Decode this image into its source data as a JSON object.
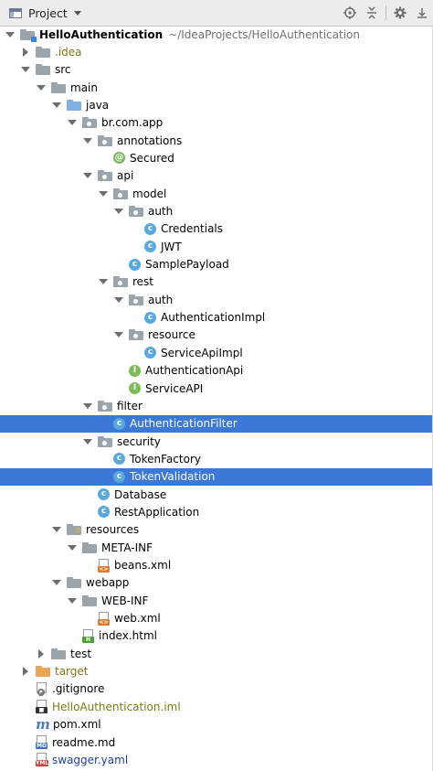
{
  "header": {
    "title": "Project"
  },
  "toolbar": {
    "icons": [
      "target-icon",
      "collapse-all-icon",
      "gear-icon",
      "hide-icon"
    ]
  },
  "project": {
    "name": "HelloAuthentication",
    "path": "~/IdeaProjects/HelloAuthentication"
  },
  "colors": {
    "selection": "#3b78d8",
    "class_icon": "#5aa9de",
    "interface_icon": "#7dbd58"
  },
  "tree": [
    {
      "label": "HelloAuthentication",
      "indent": 0,
      "arrow": "down",
      "icon": "module-folder",
      "style": "bold",
      "path": true
    },
    {
      "label": ".idea",
      "indent": 1,
      "arrow": "right",
      "icon": "folder",
      "style": "olive"
    },
    {
      "label": "src",
      "indent": 1,
      "arrow": "down",
      "icon": "folder"
    },
    {
      "label": "main",
      "indent": 2,
      "arrow": "down",
      "icon": "folder"
    },
    {
      "label": "java",
      "indent": 3,
      "arrow": "down",
      "icon": "folder-blue"
    },
    {
      "label": "br.com.app",
      "indent": 4,
      "arrow": "down",
      "icon": "package"
    },
    {
      "label": "annotations",
      "indent": 5,
      "arrow": "down",
      "icon": "package"
    },
    {
      "label": "Secured",
      "indent": 6,
      "arrow": "none",
      "icon": "annotation"
    },
    {
      "label": "api",
      "indent": 5,
      "arrow": "down",
      "icon": "package"
    },
    {
      "label": "model",
      "indent": 6,
      "arrow": "down",
      "icon": "package"
    },
    {
      "label": "auth",
      "indent": 7,
      "arrow": "down",
      "icon": "package"
    },
    {
      "label": "Credentials",
      "indent": 8,
      "arrow": "none",
      "icon": "class"
    },
    {
      "label": "JWT",
      "indent": 8,
      "arrow": "none",
      "icon": "class"
    },
    {
      "label": "SamplePayload",
      "indent": 7,
      "arrow": "none",
      "icon": "class"
    },
    {
      "label": "rest",
      "indent": 6,
      "arrow": "down",
      "icon": "package"
    },
    {
      "label": "auth",
      "indent": 7,
      "arrow": "down",
      "icon": "package"
    },
    {
      "label": "AuthenticationImpl",
      "indent": 8,
      "arrow": "none",
      "icon": "class"
    },
    {
      "label": "resource",
      "indent": 7,
      "arrow": "down",
      "icon": "package"
    },
    {
      "label": "ServiceApiImpl",
      "indent": 8,
      "arrow": "none",
      "icon": "class"
    },
    {
      "label": "AuthenticationApi",
      "indent": 7,
      "arrow": "none",
      "icon": "interface"
    },
    {
      "label": "ServiceAPI",
      "indent": 7,
      "arrow": "none",
      "icon": "interface"
    },
    {
      "label": "filter",
      "indent": 5,
      "arrow": "down",
      "icon": "package"
    },
    {
      "label": "AuthenticationFilter",
      "indent": 6,
      "arrow": "none",
      "icon": "class",
      "selected": true
    },
    {
      "label": "security",
      "indent": 5,
      "arrow": "down",
      "icon": "package"
    },
    {
      "label": "TokenFactory",
      "indent": 6,
      "arrow": "none",
      "icon": "class"
    },
    {
      "label": "TokenValidation",
      "indent": 6,
      "arrow": "none",
      "icon": "class",
      "selected": true
    },
    {
      "label": "Database",
      "indent": 5,
      "arrow": "none",
      "icon": "class"
    },
    {
      "label": "RestApplication",
      "indent": 5,
      "arrow": "none",
      "icon": "class"
    },
    {
      "label": "resources",
      "indent": 3,
      "arrow": "down",
      "icon": "resources-folder"
    },
    {
      "label": "META-INF",
      "indent": 4,
      "arrow": "down",
      "icon": "folder"
    },
    {
      "label": "beans.xml",
      "indent": 5,
      "arrow": "none",
      "icon": "xml-file"
    },
    {
      "label": "webapp",
      "indent": 3,
      "arrow": "down",
      "icon": "folder"
    },
    {
      "label": "WEB-INF",
      "indent": 4,
      "arrow": "down",
      "icon": "folder"
    },
    {
      "label": "web.xml",
      "indent": 5,
      "arrow": "none",
      "icon": "xml-file"
    },
    {
      "label": "index.html",
      "indent": 4,
      "arrow": "none",
      "icon": "html-file"
    },
    {
      "label": "test",
      "indent": 2,
      "arrow": "right",
      "icon": "folder"
    },
    {
      "label": "target",
      "indent": 1,
      "arrow": "right",
      "icon": "folder-orange",
      "style": "olive"
    },
    {
      "label": ".gitignore",
      "indent": 1,
      "arrow": "none",
      "icon": "gitignore-file"
    },
    {
      "label": "HelloAuthentication.iml",
      "indent": 1,
      "arrow": "none",
      "icon": "iml-file",
      "style": "olive"
    },
    {
      "label": "pom.xml",
      "indent": 1,
      "arrow": "none",
      "icon": "maven-file"
    },
    {
      "label": "readme.md",
      "indent": 1,
      "arrow": "none",
      "icon": "md-file"
    },
    {
      "label": "swagger.yaml",
      "indent": 1,
      "arrow": "none",
      "icon": "yml-file",
      "style": "link"
    }
  ]
}
